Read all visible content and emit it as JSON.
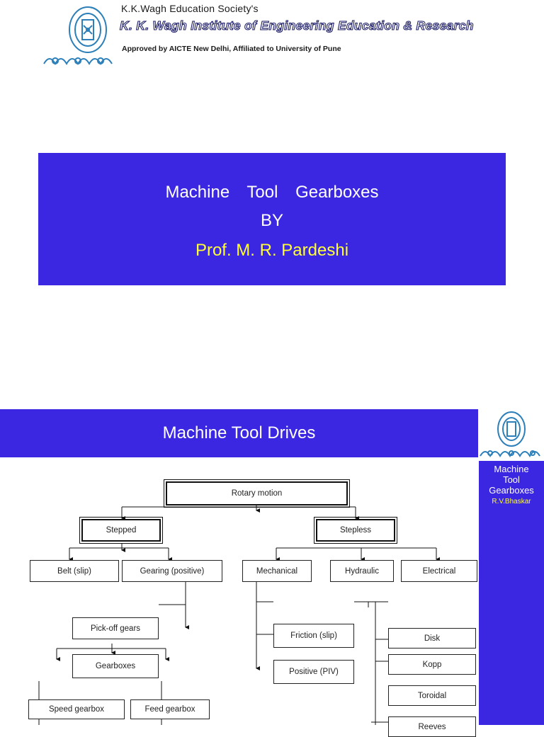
{
  "header": {
    "society": "K.K.Wagh Education Society's",
    "institute": "K. K. Wagh Institute of Engineering Education & Research",
    "approval": "Approved by AICTE New Delhi, Affiliated to University of Pune",
    "logo_icon": "institute-seal-icon"
  },
  "slide1": {
    "title": "Machine Tool Gearboxes",
    "by": "BY",
    "author": "Prof. M. R. Pardeshi"
  },
  "slide2": {
    "title": "Machine Tool Drives",
    "side": {
      "line1": "Machine",
      "line2": "Tool",
      "line3": "Gearboxes",
      "author": "R.V.Bhaskar"
    },
    "flowchart": {
      "root": "Rotary motion",
      "stepped": "Stepped",
      "stepless": "Stepless",
      "belt": "Belt (slip)",
      "gearing": "Gearing (positive)",
      "pickoff": "Pick-off gears",
      "gearboxes": "Gearboxes",
      "speed": "Speed gearbox",
      "feed": "Feed gearbox",
      "mechanical": "Mechanical",
      "hydraulic": "Hydraulic",
      "electrical": "Electrical",
      "friction": "Friction (slip)",
      "positive": "Positive (PIV)",
      "disk": "Disk",
      "kopp": "Kopp",
      "toroidal": "Toroidal",
      "reeves": "Reeves"
    }
  },
  "colors": {
    "slide_blue": "#3b26e2",
    "author_yellow": "#ffff33"
  }
}
